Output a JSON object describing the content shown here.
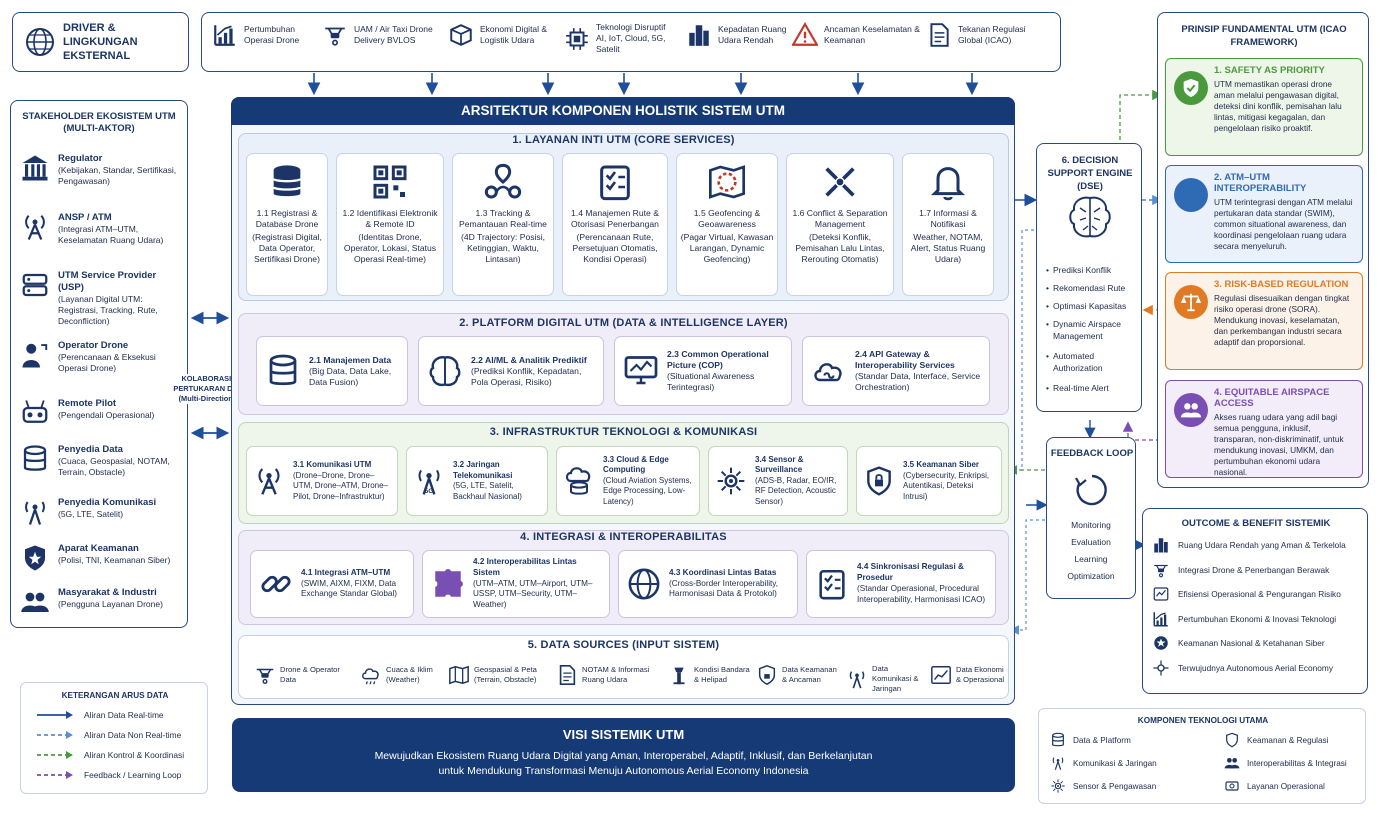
{
  "driver": {
    "title": "DRIVER & LINGKUNGAN EKSTERNAL",
    "items": [
      {
        "label": "Pertumbuhan Operasi Drone",
        "icon": "growth-chart-icon"
      },
      {
        "label": "UAM / Air Taxi Drone Delivery BVLOS",
        "icon": "drone-icon"
      },
      {
        "label": "Ekonomi Digital & Logistik Udara",
        "icon": "package-icon"
      },
      {
        "label": "Teknologi Disruptif AI, IoT, Cloud, 5G, Satelit",
        "icon": "chip-icon"
      },
      {
        "label": "Kepadatan Ruang Udara Rendah",
        "icon": "city-icon"
      },
      {
        "label": "Ancaman Keselamatan & Keamanan",
        "icon": "warning-icon"
      },
      {
        "label": "Tekanan Regulasi Global (ICAO)",
        "icon": "document-icon"
      }
    ]
  },
  "stakeholders": {
    "title": "STAKEHOLDER EKOSISTEM UTM (MULTI-AKTOR)",
    "items": [
      {
        "title": "Regulator",
        "desc": "(Kebijakan, Standar, Sertifikasi, Pengawasan)",
        "icon": "government-building-icon"
      },
      {
        "title": "ANSP / ATM",
        "desc": "(Integrasi ATM–UTM, Keselamatan Ruang Udara)",
        "icon": "radio-tower-icon"
      },
      {
        "title": "UTM Service Provider (USP)",
        "desc": "(Layanan Digital UTM: Registrasi, Tracking, Rute, Deconfliction)",
        "icon": "server-icon"
      },
      {
        "title": "Operator Drone",
        "desc": "(Perencanaan & Eksekusi Operasi Drone)",
        "icon": "operator-icon"
      },
      {
        "title": "Remote Pilot",
        "desc": "(Pengendali Operasional)",
        "icon": "remote-controller-icon"
      },
      {
        "title": "Penyedia Data",
        "desc": "(Cuaca, Geospasial, NOTAM, Terrain, Obstacle)",
        "icon": "database-icon"
      },
      {
        "title": "Penyedia Komunikasi",
        "desc": "(5G, LTE, Satelit)",
        "icon": "antenna-icon"
      },
      {
        "title": "Aparat Keamanan",
        "desc": "(Polisi, TNI, Keamanan Siber)",
        "icon": "police-badge-icon"
      },
      {
        "title": "Masyarakat & Industri",
        "desc": "(Pengguna Layanan Drone)",
        "icon": "people-icon"
      }
    ]
  },
  "collab_label": "KOLABORASI & PERTUKARAN DATA (Multi-Directional)",
  "main_title": "ARSITEKTUR KOMPONEN HOLISTIK SISTEM UTM",
  "sections": {
    "s1": {
      "title": "1. LAYANAN INTI UTM (CORE SERVICES)",
      "cards": [
        {
          "title": "1.1 Registrasi & Database Drone",
          "desc": "(Registrasi Digital, Data Operator, Sertifikasi Drone)",
          "icon": "database-drone-icon"
        },
        {
          "title": "1.2 Identifikasi Elektronik & Remote ID",
          "desc": "(Identitas Drone, Operator, Lokasi, Status Operasi Real-time)",
          "icon": "qr-code-icon"
        },
        {
          "title": "1.3 Tracking & Pemantauan Real-time",
          "desc": "(4D Trajectory: Posisi, Ketinggian, Waktu, Lintasan)",
          "icon": "route-pin-icon"
        },
        {
          "title": "1.4 Manajemen Rute & Otorisasi Penerbangan",
          "desc": "(Perencanaan Rute, Persetujuan Otomatis, Kondisi Operasi)",
          "icon": "checklist-icon"
        },
        {
          "title": "1.5 Geofencing & Geoawareness",
          "desc": "(Pagar Virtual, Kawasan Larangan, Dynamic Geofencing)",
          "icon": "geofence-map-icon"
        },
        {
          "title": "1.6 Conflict & Separation Management",
          "desc": "(Deteksi Konflik, Pemisahan Lalu Lintas, Rerouting Otomatis)",
          "icon": "aircraft-conflict-icon"
        },
        {
          "title": "1.7 Informasi & Notifikasi",
          "desc": "Weather, NOTAM, Alert, Status Ruang Udara)",
          "icon": "bell-icon"
        }
      ]
    },
    "s2": {
      "title": "2. PLATFORM DIGITAL UTM (DATA & INTELLIGENCE LAYER)",
      "cards": [
        {
          "title": "2.1 Manajemen Data",
          "desc": "(Big Data, Data Lake, Data Fusion)",
          "icon": "database-icon"
        },
        {
          "title": "2.2 AI/ML & Analitik Prediktif",
          "desc": "(Prediksi Konflik, Kepadatan, Pola Operasi, Risiko)",
          "icon": "brain-icon"
        },
        {
          "title": "2.3 Common Operational Picture (COP)",
          "desc": "(Situational Awareness Terintegrasi)",
          "icon": "monitor-icon"
        },
        {
          "title": "2.4 API Gateway & Interoperability Services",
          "desc": "(Standar Data, Interface, Service Orchestration)",
          "icon": "cloud-link-icon"
        }
      ]
    },
    "s3": {
      "title": "3. INFRASTRUKTUR TEKNOLOGI & KOMUNIKASI",
      "cards": [
        {
          "title": "3.1 Komunikasi UTM",
          "desc": "(Drone–Drone, Drone–UTM, Drone–ATM, Drone–Pilot, Drone–Infrastruktur)",
          "icon": "radio-tower-icon"
        },
        {
          "title": "3.2 Jaringan Telekomunikasi",
          "desc": "(5G, LTE, Satelit, Backhaul Nasional)",
          "icon": "5g-tower-icon"
        },
        {
          "title": "3.3 Cloud & Edge Computing",
          "desc": "(Cloud Aviation Systems, Edge Processing, Low-Latency)",
          "icon": "cloud-server-icon"
        },
        {
          "title": "3.4 Sensor & Surveillance",
          "desc": "(ADS-B, Radar, EO/IR, RF Detection, Acoustic Sensor)",
          "icon": "sensor-icon"
        },
        {
          "title": "3.5 Keamanan Siber",
          "desc": "(Cybersecurity, Enkripsi, Autentikasi, Deteksi Intrusi)",
          "icon": "shield-lock-icon"
        }
      ]
    },
    "s4": {
      "title": "4. INTEGRASI & INTEROPERABILITAS",
      "cards": [
        {
          "title": "4.1 Integrasi ATM–UTM",
          "desc": "(SWIM, AIXM, FIXM, Data Exchange Standar Global)",
          "icon": "link-icon"
        },
        {
          "title": "4.2 Interoperabilitas Lintas Sistem",
          "desc": "(UTM–ATM, UTM–Airport, UTM–USSP, UTM–Security, UTM–Weather)",
          "icon": "puzzle-icon"
        },
        {
          "title": "4.3 Koordinasi Lintas Batas",
          "desc": "(Cross-Border Interoperability, Harmonisasi Data & Protokol)",
          "icon": "globe-icon"
        },
        {
          "title": "4.4 Sinkronisasi Regulasi & Prosedur",
          "desc": "(Standar Operasional, Procedural Interoperability, Harmonisasi ICAO)",
          "icon": "checklist-icon"
        }
      ]
    },
    "s5": {
      "title": "5. DATA SOURCES (INPUT SISTEM)",
      "items": [
        {
          "label": "Drone & Operator Data",
          "icon": "drone-icon"
        },
        {
          "label": "Cuaca & Iklim (Weather)",
          "icon": "weather-icon"
        },
        {
          "label": "Geospasial & Peta (Terrain, Obstacle)",
          "icon": "map-icon"
        },
        {
          "label": "NOTAM & Informasi Ruang Udara",
          "icon": "document-icon"
        },
        {
          "label": "Kondisi Bandara & Helipad",
          "icon": "control-tower-icon"
        },
        {
          "label": "Data Keamanan & Ancaman",
          "icon": "lock-icon"
        },
        {
          "label": "Data Komunikasi & Jaringan",
          "icon": "antenna-icon"
        },
        {
          "label": "Data Ekonomi & Operasional",
          "icon": "chart-icon"
        }
      ]
    }
  },
  "dse": {
    "title": "6. DECISION SUPPORT ENGINE (DSE)",
    "items": [
      "Prediksi Konflik",
      "Rekomendasi Rute",
      "Optimasi Kapasitas",
      "Dynamic Airspace Management",
      "Automated Authorization",
      "Real-time Alert"
    ]
  },
  "feedback": {
    "title": "FEEDBACK LOOP",
    "items": [
      "Monitoring",
      "Evaluation",
      "Learning",
      "Optimization"
    ]
  },
  "principles": {
    "title": "PRINSIP FUNDAMENTAL UTM (ICAO FRAMEWORK)",
    "items": [
      {
        "title": "1. SAFETY AS PRIORITY",
        "desc": "UTM memastikan operasi drone aman melalui pengawasan digital, deteksi dini konflik, pemisahan lalu lintas, mitigasi kegagalan, dan pengelolaan risiko proaktif.",
        "color": "#4a9a3d",
        "bg": "#eef6ea",
        "icon": "shield-check-icon"
      },
      {
        "title": "2. ATM–UTM INTEROPERABILITY",
        "desc": "UTM terintegrasi dengan ATM melalui pertukaran data standar (SWIM), common situational awareness, dan koordinasi pengelolaan ruang udara secara menyeluruh.",
        "color": "#2f6bb5",
        "bg": "#eaf1fb",
        "icon": "link-icon"
      },
      {
        "title": "3. RISK-BASED REGULATION",
        "desc": "Regulasi disesuaikan dengan tingkat risiko operasi drone (SORA). Mendukung inovasi, keselamatan, dan perkembangan industri secara adaptif dan proporsional.",
        "color": "#e07a24",
        "bg": "#fdf2e8",
        "icon": "balance-scale-icon"
      },
      {
        "title": "4. EQUITABLE AIRSPACE ACCESS",
        "desc": "Akses ruang udara yang adil bagi semua pengguna, inklusif, transparan, non-diskriminatif, untuk mendukung inovasi, UMKM, dan pertumbuhan ekonomi udara nasional.",
        "color": "#7a4fb3",
        "bg": "#f3edf9",
        "icon": "users-icon"
      }
    ]
  },
  "outcome": {
    "title": "OUTCOME & BENEFIT SISTEMIK",
    "items": [
      {
        "label": "Ruang Udara Rendah yang Aman & Terkelola",
        "icon": "city-icon"
      },
      {
        "label": "Integrasi Drone & Penerbangan Berawak",
        "icon": "drone-icon"
      },
      {
        "label": "Efisiensi Operasional & Pengurangan Risiko",
        "icon": "efficiency-icon"
      },
      {
        "label": "Pertumbuhan Ekonomi & Inovasi Teknologi",
        "icon": "growth-chart-icon"
      },
      {
        "label": "Keamanan Nasional & Ketahanan Siber",
        "icon": "badge-icon"
      },
      {
        "label": "Terwujudnya Autonomous Aerial Economy",
        "icon": "network-icon"
      }
    ]
  },
  "key_tech": {
    "title": "KOMPONEN TEKNOLOGI UTAMA",
    "items": [
      {
        "label": "Data & Platform",
        "icon": "database-icon"
      },
      {
        "label": "Keamanan & Regulasi",
        "icon": "shield-icon"
      },
      {
        "label": "Komunikasi & Jaringan",
        "icon": "antenna-icon"
      },
      {
        "label": "Interoperabilitas & Integrasi",
        "icon": "people-icon"
      },
      {
        "label": "Sensor & Pengawasan",
        "icon": "sensor-icon"
      },
      {
        "label": "Layanan Operasional",
        "icon": "service-icon"
      }
    ]
  },
  "legend": {
    "title": "KETERANGAN ARUS DATA",
    "items": [
      {
        "label": "Aliran Data Real-time",
        "color": "#1f4f9a",
        "style": "solid"
      },
      {
        "label": "Aliran Data Non Real-time",
        "color": "#5b8fd6",
        "style": "dashed"
      },
      {
        "label": "Aliran Kontrol & Koordinasi",
        "color": "#4a9a3d",
        "style": "dashed"
      },
      {
        "label": "Feedback / Learning Loop",
        "color": "#7a4fb3",
        "style": "dashed"
      }
    ]
  },
  "vision": {
    "title": "VISI SISTEMIK UTM",
    "line1": "Mewujudkan Ekosistem Ruang Udara Digital yang Aman, Interoperabel, Adaptif, Inklusif, dan Berkelanjutan",
    "line2": "untuk Mendukung Transformasi Menuju Autonomous Aerial Economy Indonesia"
  }
}
